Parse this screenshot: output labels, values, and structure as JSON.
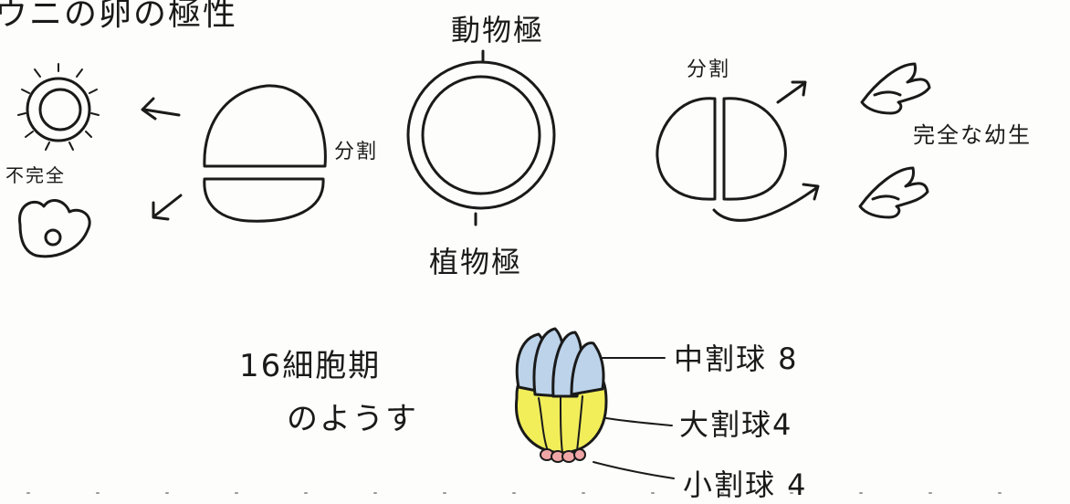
{
  "title": "ウニの卵の極性",
  "poles": {
    "animal": "動物極",
    "vegetal": "植物極"
  },
  "division_left": "分割",
  "division_right": "分割",
  "outcome_incomplete": "不完全",
  "outcome_complete": "完全な幼生",
  "stage_label": [
    "16細胞期",
    "のようす"
  ],
  "blastomeres": {
    "mesomere": "中割球 8",
    "macromere": "大割球4",
    "micromere": "小割球 4"
  },
  "colors": {
    "ink": "#1a1a1a",
    "mesomere_fill": "#bcd3ea",
    "macromere_fill": "#f1ee5a",
    "micromere_fill": "#f0a6a6",
    "paper": "#fdfdfb"
  }
}
